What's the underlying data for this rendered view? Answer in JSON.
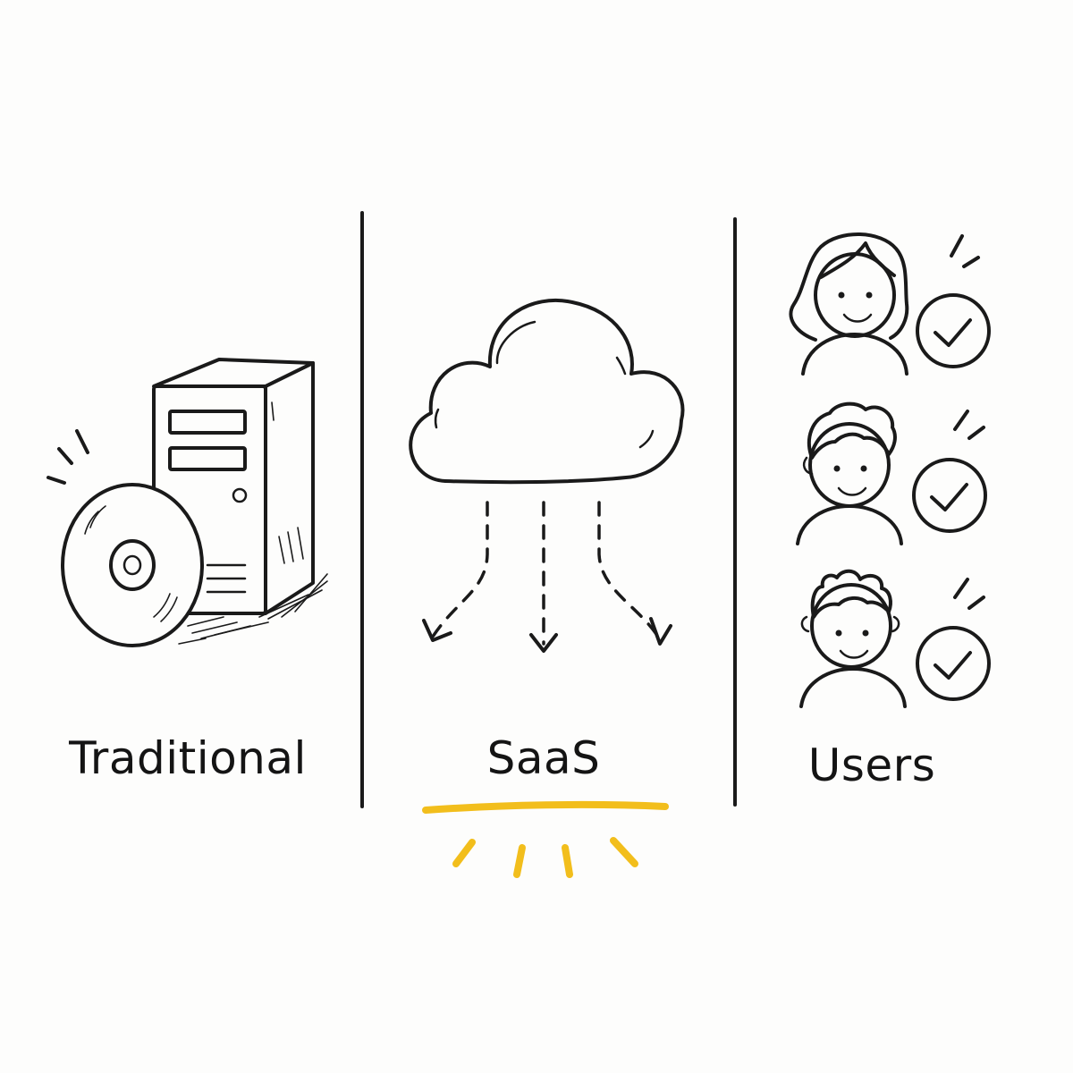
{
  "columns": [
    {
      "label": "Traditional",
      "icon": "server-and-disc-icon"
    },
    {
      "label": "SaaS",
      "icon": "cloud-icon",
      "highlighted": true
    },
    {
      "label": "Users",
      "icon": "users-with-checkmarks-icon"
    }
  ],
  "colors": {
    "ink": "#1a1a1a",
    "accent": "#f2be1c",
    "background": "#fdfdfc"
  }
}
